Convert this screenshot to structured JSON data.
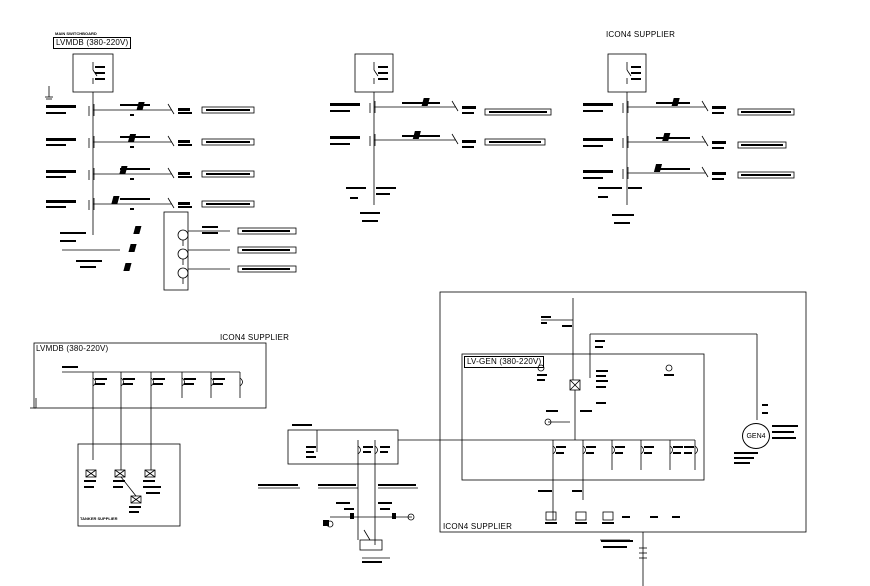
{
  "panels": {
    "lvmdb_top": {
      "title": "LVMDB (380-220V)",
      "header_note": "MAIN SWITCHBOARD"
    },
    "icon4_supplier_top": {
      "title": "ICON4 SUPPLIER"
    },
    "lvmdb_bottom": {
      "title": "LVMDB (380-220V)",
      "supplier": "ICON4 SUPPLIER"
    },
    "lv_gen": {
      "title": "LV-GEN (380-220V)",
      "supplier": "ICON4 SUPPLIER"
    },
    "generator": {
      "label": "GEN4"
    },
    "tanker_supplier": {
      "title": "TANKER SUPPLIER"
    }
  },
  "colors": {
    "line": "#000000",
    "background": "#ffffff"
  }
}
